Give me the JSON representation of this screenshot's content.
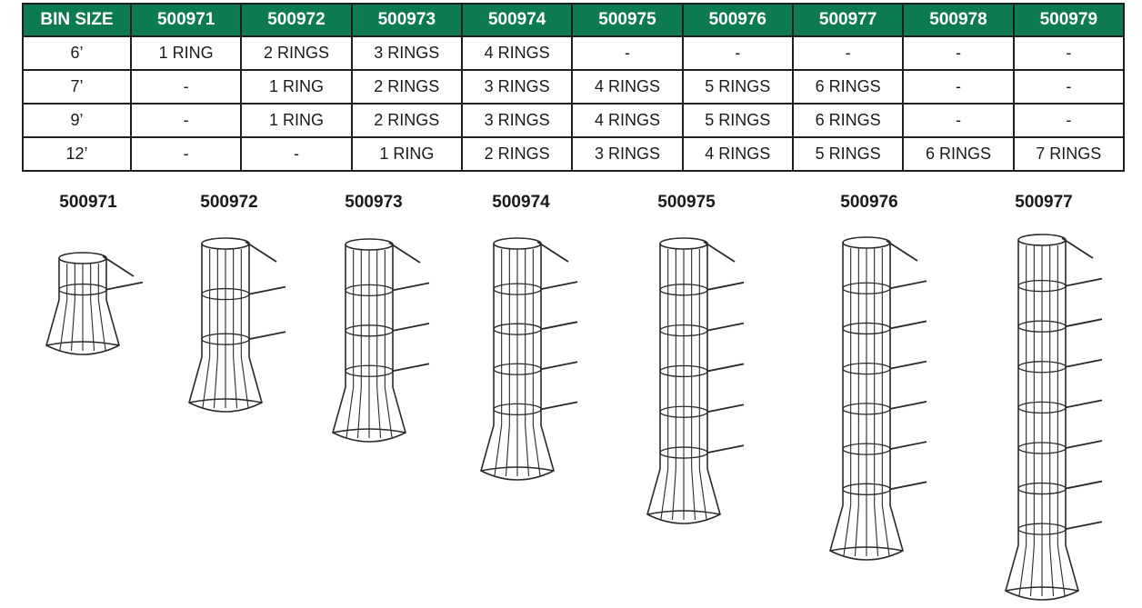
{
  "table": {
    "headers": [
      "BIN SIZE",
      "500971",
      "500972",
      "500973",
      "500974",
      "500975",
      "500976",
      "500977",
      "500978",
      "500979"
    ],
    "rows": [
      [
        "6’",
        "1 RING",
        "2 RINGS",
        "3 RINGS",
        "4 RINGS",
        "-",
        "-",
        "-",
        "-",
        "-"
      ],
      [
        "7’",
        "-",
        "1 RING",
        "2 RINGS",
        "3 RINGS",
        "4 RINGS",
        "5 RINGS",
        "6 RINGS",
        "-",
        "-"
      ],
      [
        "9’",
        "-",
        "1 RING",
        "2 RINGS",
        "3 RINGS",
        "4 RINGS",
        "5 RINGS",
        "6 RINGS",
        "-",
        "-"
      ],
      [
        "12’",
        "-",
        "-",
        "1 RING",
        "2 RINGS",
        "3 RINGS",
        "4 RINGS",
        "5 RINGS",
        "6 RINGS",
        "7 RINGS"
      ]
    ]
  },
  "theme": {
    "header_bg": "#0d7a52",
    "header_text": "#ffffff",
    "border": "#1f1f1f"
  },
  "models": [
    {
      "label": "500971",
      "rings": 1
    },
    {
      "label": "500972",
      "rings": 2
    },
    {
      "label": "500973",
      "rings": 3
    },
    {
      "label": "500974",
      "rings": 4
    },
    {
      "label": "500975",
      "rings": 5
    },
    {
      "label": "500976",
      "rings": 6
    },
    {
      "label": "500977",
      "rings": 7
    }
  ]
}
